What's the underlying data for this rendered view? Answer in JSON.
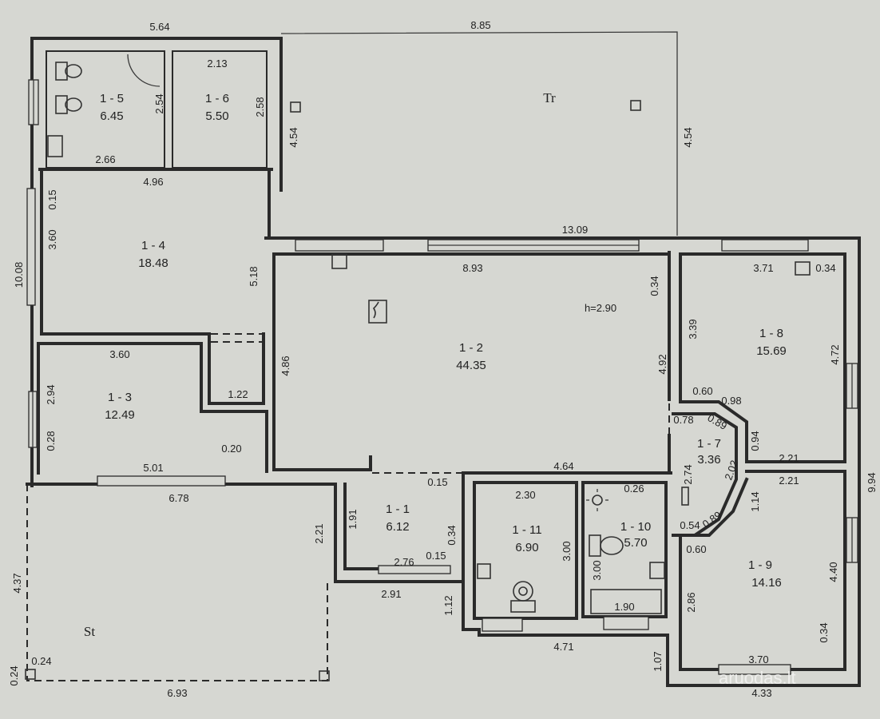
{
  "rooms": [
    {
      "id": "1 - 1",
      "area": "6.12"
    },
    {
      "id": "1 - 2",
      "area": "44.35"
    },
    {
      "id": "1 - 3",
      "area": "12.49"
    },
    {
      "id": "1 - 4",
      "area": "18.48"
    },
    {
      "id": "1 - 5",
      "area": "6.45"
    },
    {
      "id": "1 - 6",
      "area": "5.50"
    },
    {
      "id": "1 - 7",
      "area": "3.36"
    },
    {
      "id": "1 - 8",
      "area": "15.69"
    },
    {
      "id": "1 - 9",
      "area": "14.16"
    },
    {
      "id": "1 - 10",
      "area": "5.70"
    },
    {
      "id": "1 - 11",
      "area": "6.90"
    }
  ],
  "zones": {
    "terrace": "Tr",
    "storage": "St"
  },
  "ceiling_height": "h=2.90",
  "dimensions": {
    "d_564": "5.64",
    "d_885": "8.85",
    "d_213": "2.13",
    "d_254": "2.54",
    "d_258": "2.58",
    "d_454a": "4.54",
    "d_454b": "4.54",
    "d_266": "2.66",
    "d_496": "4.96",
    "d_015a": "0.15",
    "d_360a": "3.60",
    "d_1008": "10.08",
    "d_518": "5.18",
    "d_1309": "13.09",
    "d_893": "8.93",
    "d_034a": "0.34",
    "d_371": "3.71",
    "d_034b": "0.34",
    "d_339": "3.39",
    "d_472": "4.72",
    "d_486": "4.86",
    "d_492": "4.92",
    "d_360b": "3.60",
    "d_294": "2.94",
    "d_122": "1.22",
    "d_028": "0.28",
    "d_020": "0.20",
    "d_501": "5.01",
    "d_678": "6.78",
    "d_060a": "0.60",
    "d_098": "0.98",
    "d_078": "0.78",
    "d_089a": "0.89",
    "d_094": "0.94",
    "d_221a": "2.21",
    "d_221b": "2.21",
    "d_994": "9.94",
    "d_464": "4.64",
    "d_015b": "0.15",
    "d_230": "2.30",
    "d_026": "0.26",
    "d_274": "2.74",
    "d_202": "2.02",
    "d_114": "1.14",
    "d_191": "1.91",
    "d_221c": "2.21",
    "d_034c": "0.34",
    "d_054": "0.54",
    "d_089b": "0.89",
    "d_060b": "0.60",
    "d_276": "2.76",
    "d_015c": "0.15",
    "d_300a": "3.00",
    "d_300b": "3.00",
    "d_440": "4.40",
    "d_291": "2.91",
    "d_112": "1.12",
    "d_190": "1.90",
    "d_286": "2.86",
    "d_437": "4.37",
    "d_471": "4.71",
    "d_034d": "0.34",
    "d_107": "1.07",
    "d_370": "3.70",
    "d_024a": "0.24",
    "d_024b": "0.24",
    "d_693": "6.93",
    "d_433": "4.33"
  },
  "watermark": "aruodas.lt"
}
